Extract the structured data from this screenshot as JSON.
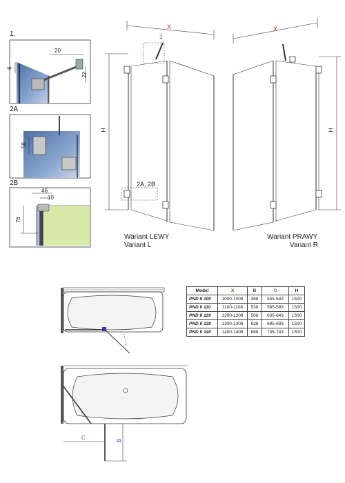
{
  "details": {
    "d1": {
      "label": "1.",
      "dim_top": "20",
      "dim_left": "6",
      "dim_right": "22"
    },
    "d2a": {
      "label": "2A",
      "dim": "58"
    },
    "d2b": {
      "label": "2B",
      "dim_top1": "46",
      "dim_top2": "10",
      "dim_left": "76"
    }
  },
  "front": {
    "x_label": "X",
    "h_label": "H",
    "callout_1": "1",
    "callout_2": "2A, 2B"
  },
  "variants": {
    "left_pl": "Wariant LEWY",
    "left_en": "Variant L",
    "right_pl": "Wariant PRAWY",
    "right_en": "Variant R"
  },
  "plan": {
    "b_label": "B",
    "c_label": "C"
  },
  "colors": {
    "x": "#d62020",
    "b": "#2a3fae",
    "c": "#2e9a2e",
    "panel_green": "#d7eaa8",
    "glass": "#6c8fbf"
  },
  "table": {
    "headers": [
      "Model",
      "X",
      "B",
      "C",
      "H"
    ],
    "rows": [
      [
        "PND II 100",
        "1000-1008",
        "488",
        "535-543",
        "1500"
      ],
      [
        "PND II 110",
        "1100-1108",
        "538",
        "585-593",
        "1500"
      ],
      [
        "PND II 120",
        "1200-1208",
        "588",
        "635-643",
        "1500"
      ],
      [
        "PND II 130",
        "1300-1308",
        "638",
        "685-693",
        "1500"
      ],
      [
        "PND II 140",
        "1400-1408",
        "688",
        "735-743",
        "1500"
      ]
    ]
  }
}
